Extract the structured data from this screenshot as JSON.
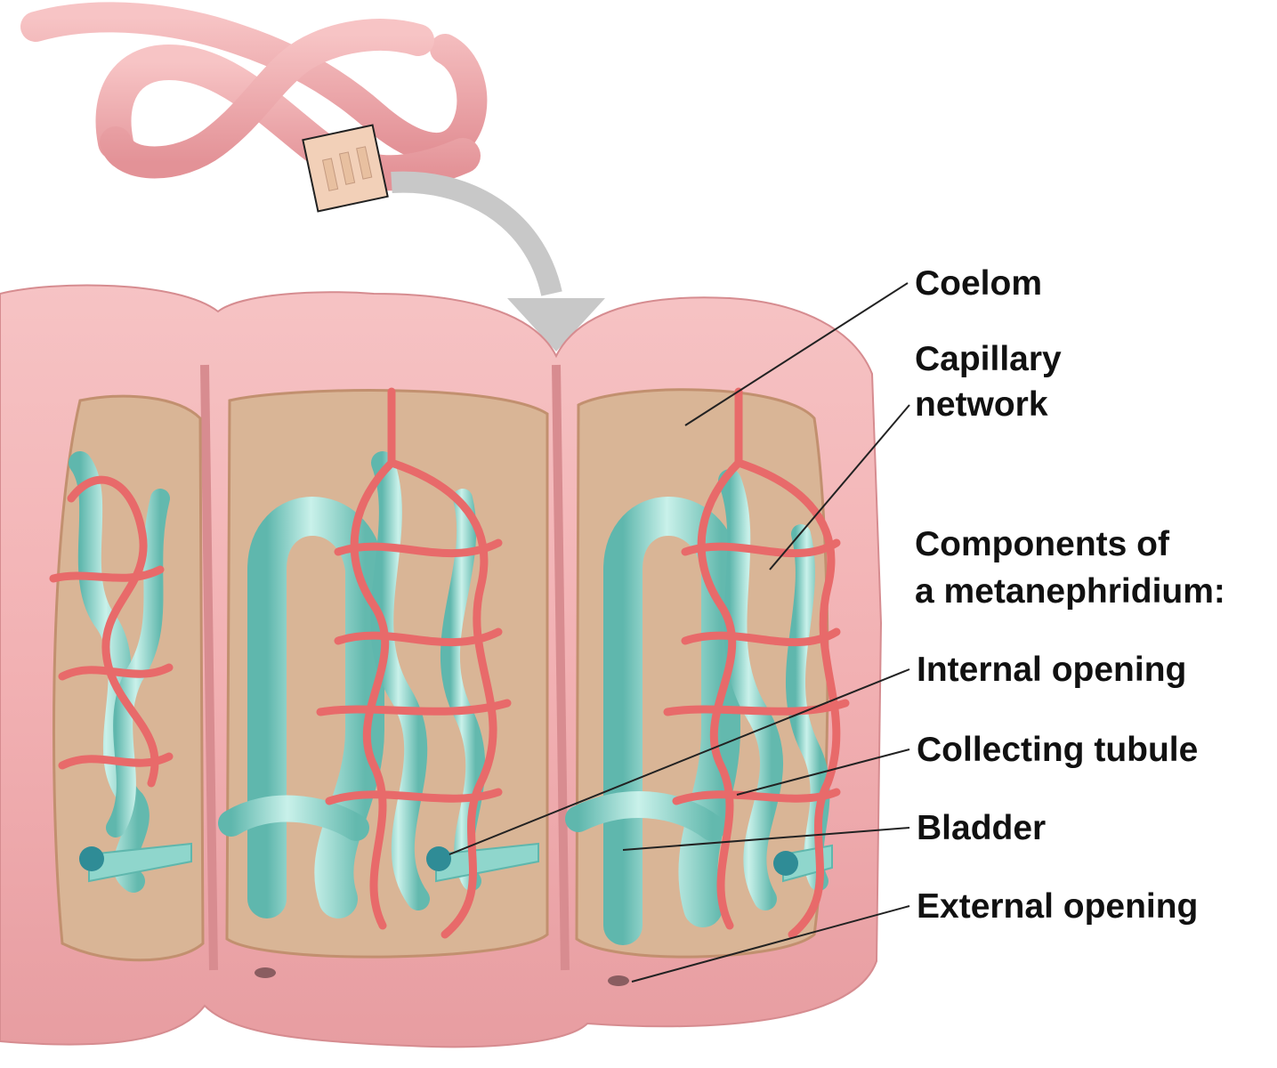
{
  "labels": {
    "coelom": "Coelom",
    "capillary_line1": "Capillary",
    "capillary_line2": "network",
    "components_line1": "Components of",
    "components_line2": "a metanephridium:",
    "internal_opening": "Internal opening",
    "collecting_tubule": "Collecting tubule",
    "bladder": "Bladder",
    "external_opening": "External opening"
  },
  "colors": {
    "skin": "#f2b2b4",
    "skin_dark": "#d98a8e",
    "coelom_fill": "#d9b596",
    "capillary": "#e86a6a",
    "tubule": "#8fd6cc",
    "arrow": "#c8c8c8"
  }
}
